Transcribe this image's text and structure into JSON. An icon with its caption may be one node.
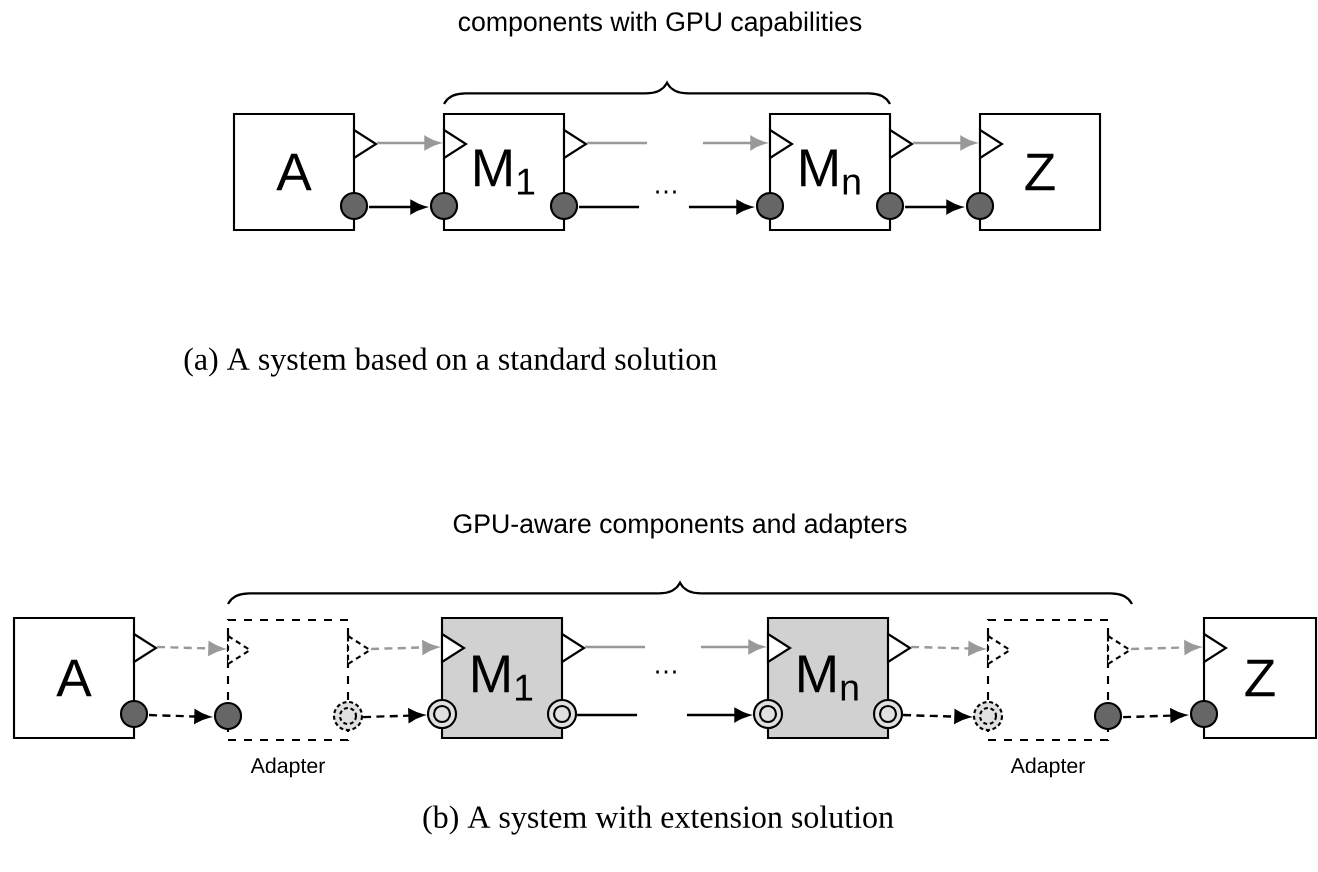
{
  "diagram": {
    "nodes": [
      {
        "text": [
          "A"
        ]
      },
      {
        "text": [
          "M$_{1}$"
        ]
      },
      {
        "text": [
          "M$_{n}$"
        ]
      },
      {
        "text": [
          "Z"
        ]
      },
      {
        "text": [
          "A"
        ]
      },
      {
        "text": [],
        "shape": "box",
        "beside": [
          "Adapter"
        ]
      },
      {
        "text": [
          "M$_{1}$"
        ]
      },
      {
        "text": [
          "M$_{n}$"
        ]
      },
      {
        "text": [],
        "shape": "box",
        "beside": [
          "Adapter"
        ]
      },
      {
        "text": [
          "Z"
        ]
      }
    ],
    "edges": [
      {
        "from": 0,
        "to": 1,
        "arrow": "to",
        "color": "#999999"
      },
      {
        "from": 0,
        "to": 1,
        "arrow": "to",
        "color": "#000000"
      },
      {
        "from": 1,
        "to": null,
        "arrow": "none",
        "color": "#999999"
      },
      {
        "from": 1,
        "to": null,
        "arrow": "none",
        "color": "#000000"
      },
      {
        "from": null,
        "to": 2,
        "arrow": "to",
        "color": "#999999"
      },
      {
        "from": null,
        "to": 2,
        "arrow": "to",
        "color": "#000000"
      },
      {
        "from": 2,
        "to": 3,
        "arrow": "to",
        "color": "#999999"
      },
      {
        "from": 2,
        "to": 3,
        "arrow": "to",
        "color": "#000000"
      },
      {
        "from": 4,
        "to": 5,
        "arrow": "to",
        "style": "dashed",
        "color": "#999999"
      },
      {
        "from": 4,
        "to": 5,
        "arrow": "to",
        "style": "dashed",
        "color": "#000000"
      },
      {
        "from": 5,
        "to": 6,
        "arrow": "to",
        "style": "dashed",
        "color": "#999999"
      },
      {
        "from": 5,
        "to": 6,
        "arrow": "to",
        "style": "dashed",
        "color": "#000000"
      },
      {
        "from": 6,
        "to": null,
        "arrow": "none",
        "color": "#999999"
      },
      {
        "from": 6,
        "to": null,
        "arrow": "none",
        "color": "#000000"
      },
      {
        "from": null,
        "to": 7,
        "arrow": "to",
        "color": "#999999"
      },
      {
        "from": null,
        "to": 7,
        "arrow": "to",
        "color": "#000000"
      },
      {
        "from": 7,
        "to": 8,
        "arrow": "to",
        "style": "dashed",
        "color": "#999999"
      },
      {
        "from": 7,
        "to": 8,
        "arrow": "to",
        "style": "dashed",
        "color": "#000000"
      },
      {
        "from": 8,
        "to": 9,
        "arrow": "to",
        "style": "dashed",
        "color": "#999999"
      },
      {
        "from": 8,
        "to": 9,
        "arrow": "to",
        "style": "dashed",
        "color": "#000000"
      }
    ],
    "labels": [
      "components with GPU capabilities",
      "…",
      "(a) A system based on a standard solution",
      "GPU-aware components and adapters",
      "…",
      "(b) A system with extension solution"
    ]
  }
}
